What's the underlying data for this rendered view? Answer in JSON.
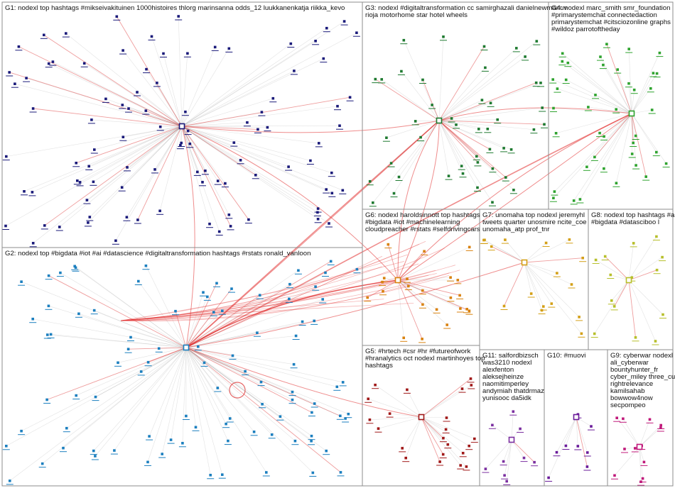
{
  "graph": {
    "groups": [
      {
        "id": "G1",
        "lines": [
          "G1: nodexl top hashtags #mikseivakituinen 1000histoires thlorg marinsanna odds_12 luukkanenkatja riikka_kevo"
        ],
        "color": "#1a1a7a",
        "node_count": 120
      },
      {
        "id": "G2",
        "lines": [
          "G2: nodexl top #bigdata #iot #ai #datascience #digitaltransformation hashtags #rstats ronald_vanloon"
        ],
        "color": "#1b7fbf",
        "node_count": 110
      },
      {
        "id": "G3",
        "lines": [
          "G3: nodexl #digitaltransformation cc samirghazali danielnewmanuv",
          "rioja motorhome star hotel wheels"
        ],
        "color": "#1e7a30",
        "node_count": 45
      },
      {
        "id": "G4",
        "lines": [
          "G4: nodexl marc_smith smr_foundation",
          "#primarystemchat connectedaction",
          "primarystemchat #citsciozonline graphs",
          "#wildoz parrotoftheday"
        ],
        "color": "#2ea32e",
        "node_count": 40
      },
      {
        "id": "G5",
        "lines": [
          "G5: #hrtech #csr #hr #futureofwork",
          "#hranalytics oct nodexl martinhoyes top",
          "hashtags"
        ],
        "color": "#a01818",
        "node_count": 22
      },
      {
        "id": "G6",
        "lines": [
          "G6: nodexl haroldsinnott top hashtags",
          "#bigdata #iot #machinelearning",
          "cloudpreacher #rstats #selfdrivingcars"
        ],
        "color": "#d9820f",
        "node_count": 22
      },
      {
        "id": "G7",
        "lines": [
          "G7: unomaha top nodexl jeremyhl",
          "tweets quarter unosmire ncite_coe",
          "unomaha_atp prof_tnr"
        ],
        "color": "#d4a017",
        "node_count": 16
      },
      {
        "id": "G8",
        "lines": [
          "G8: nodexl top hashtags #ai",
          "#bigdata #datasciboo l"
        ],
        "color": "#b7bf2a",
        "node_count": 14
      },
      {
        "id": "G9",
        "lines": [
          "G9: cyberwar nodexl",
          "ali_cyberwar",
          "bountyhunter_fr",
          "cyber_miley three_cube",
          "rightrelevance",
          "kamilsahab",
          "bowwow4now",
          "secpompeo"
        ],
        "color": "#c0187a",
        "node_count": 12
      },
      {
        "id": "G10",
        "lines": [
          "G10: #muovi"
        ],
        "color": "#6a1b9a",
        "node_count": 8
      },
      {
        "id": "G11",
        "lines": [
          "G11: salfordbizsch",
          "was3210 nodexl",
          "alexfenton",
          "aleksejheinze",
          "naomitimperley",
          "andymiah thatdrmaz",
          "yunisooc da5idk"
        ],
        "color": "#7b2fa0",
        "node_count": 9
      }
    ]
  }
}
